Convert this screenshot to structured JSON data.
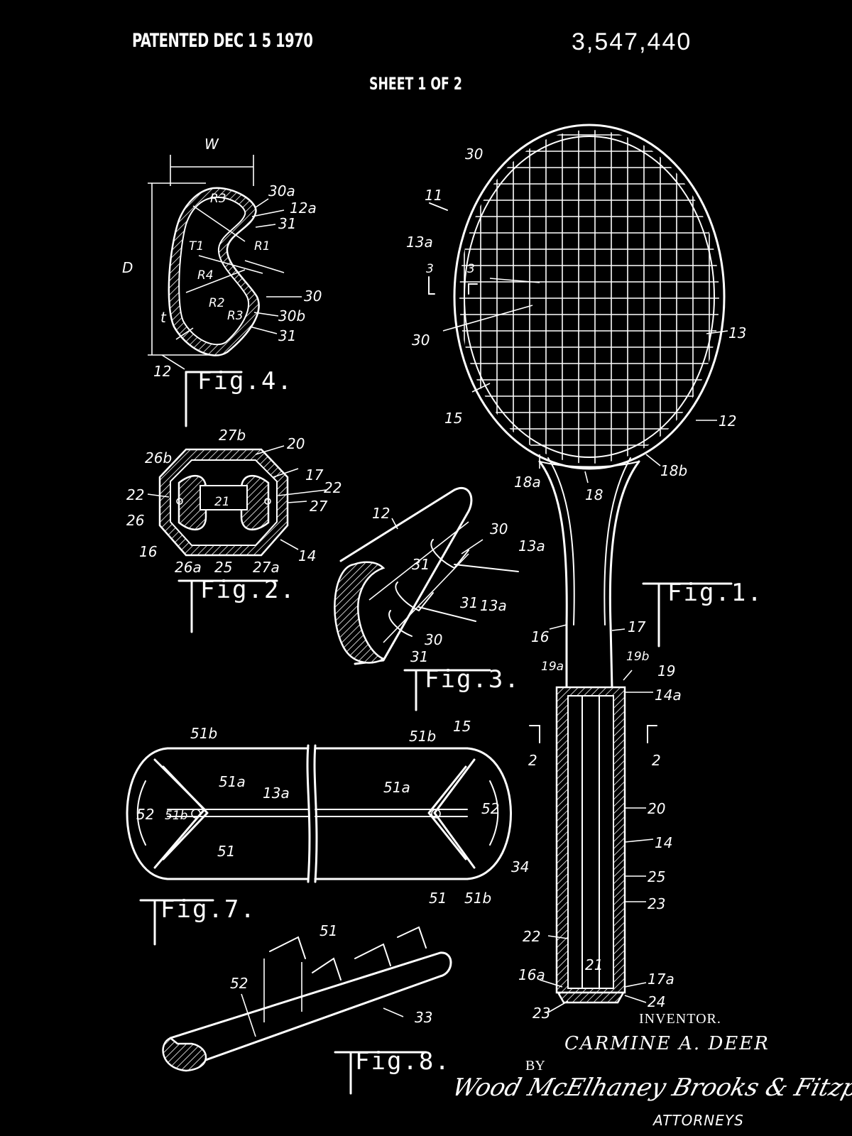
{
  "header": {
    "patented": "PATENTED DEC 1 5 1970",
    "patent_number": "3,547,440",
    "sheet": "SHEET 1 OF 2"
  },
  "figures": {
    "fig1": "Fig.1.",
    "fig2": "Fig.2.",
    "fig3": "Fig.3.",
    "fig4": "Fig.4.",
    "fig7": "Fig.7.",
    "fig8": "Fig.8."
  },
  "labels": {
    "fig4": [
      "W",
      "D",
      "t",
      "T1",
      "R4",
      "R1",
      "R2",
      "R3",
      "R3",
      "30a",
      "12a",
      "31",
      "30",
      "30b",
      "31",
      "12"
    ],
    "fig2": [
      "27b",
      "26b",
      "20",
      "17",
      "22",
      "22",
      "21",
      "27",
      "26",
      "16",
      "26a",
      "25",
      "27a",
      "14"
    ],
    "fig3": [
      "12",
      "30",
      "13a",
      "31",
      "31",
      "13a",
      "30",
      "31"
    ],
    "fig7": [
      "51b",
      "51b",
      "15",
      "51a",
      "13a",
      "51a",
      "52",
      "51b",
      "52",
      "51",
      "51",
      "51b",
      "34"
    ],
    "fig8": [
      "51",
      "52",
      "33"
    ],
    "fig1": [
      "30",
      "11",
      "13a",
      "3",
      "3",
      "30",
      "13",
      "15",
      "12",
      "18a",
      "18",
      "18b",
      "16",
      "17",
      "19a",
      "19b",
      "19",
      "14a",
      "2",
      "2",
      "20",
      "14",
      "25",
      "23",
      "22",
      "21",
      "16a",
      "17a",
      "24",
      "23"
    ]
  },
  "signature": {
    "inventor_caption": "INVENTOR.",
    "inventor_name": "CARMINE A. DEER",
    "by": "BY",
    "attorneys_signature": "Wood McElhaney Brooks & Fitzpatrick",
    "attorneys_caption": "ATTORNEYS"
  },
  "colors": {
    "background": "#000000",
    "ink": "#ffffff"
  }
}
